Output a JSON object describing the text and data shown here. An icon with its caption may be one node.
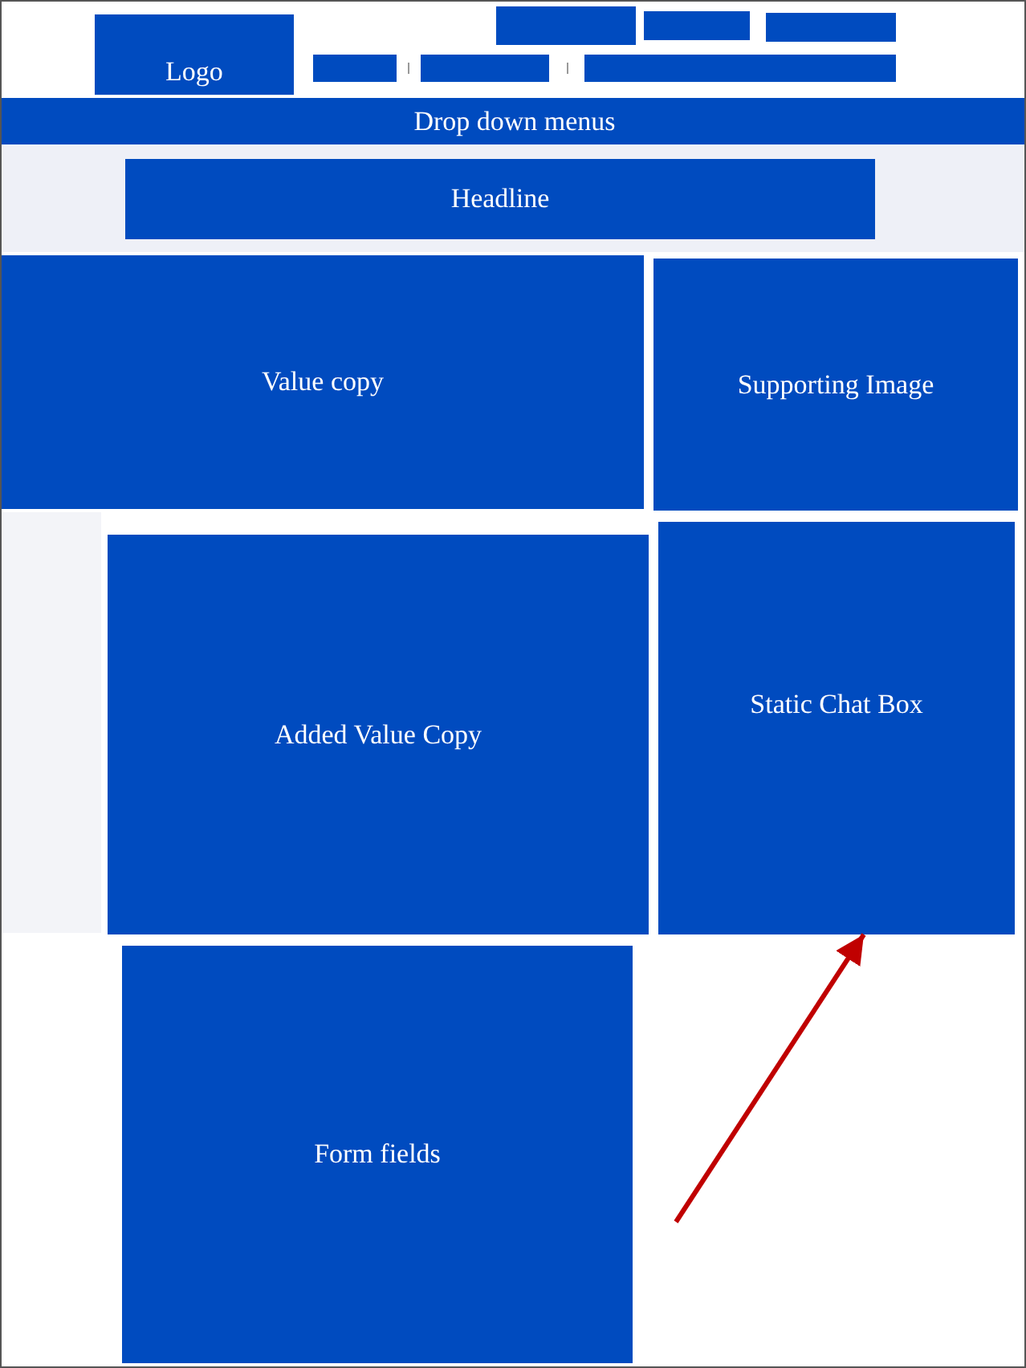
{
  "diagram": {
    "nodes": [
      {
        "text": [
          "Logo"
        ]
      },
      {
        "text": [],
        "shape": "box"
      },
      {
        "text": [],
        "shape": "box"
      },
      {
        "text": [],
        "shape": "box"
      },
      {
        "text": [],
        "shape": "box"
      },
      {
        "text": [],
        "shape": "box"
      },
      {
        "text": [],
        "shape": "box"
      },
      {
        "text": [
          "Drop down menus"
        ]
      },
      {
        "text": [
          "Headline"
        ]
      },
      {
        "text": [
          "Value copy"
        ]
      },
      {
        "text": [
          "Supporting Image"
        ]
      },
      {
        "text": [
          "Added Value Copy"
        ]
      },
      {
        "text": [
          "Static Chat Box"
        ]
      },
      {
        "text": [
          "Form fields"
        ]
      }
    ],
    "edges": [
      {
        "from": null,
        "to": 12,
        "arrow": "to",
        "color": "#c00000"
      }
    ]
  }
}
